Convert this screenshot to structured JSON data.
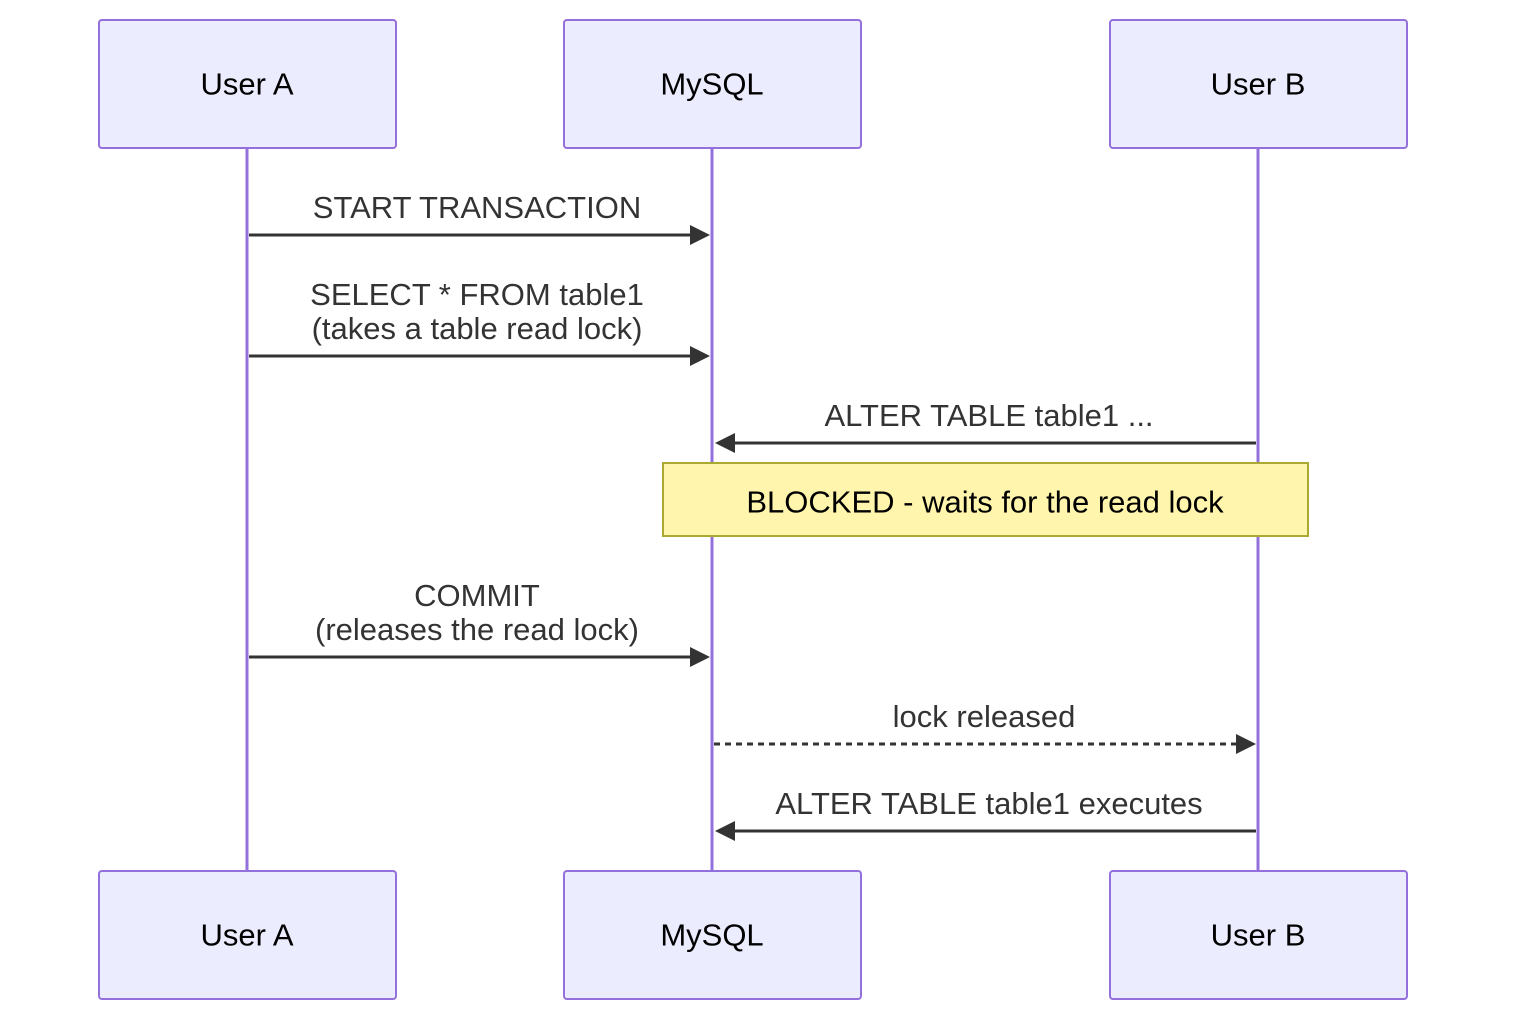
{
  "participants": [
    {
      "id": "userA",
      "label": "User A"
    },
    {
      "id": "mysql",
      "label": "MySQL"
    },
    {
      "id": "userB",
      "label": "User B"
    }
  ],
  "messages": [
    {
      "from": "userA",
      "to": "mysql",
      "style": "solid",
      "lines": [
        "START TRANSACTION"
      ]
    },
    {
      "from": "userA",
      "to": "mysql",
      "style": "solid",
      "lines": [
        "SELECT * FROM table1",
        "(takes a table read lock)"
      ]
    },
    {
      "from": "userB",
      "to": "mysql",
      "style": "solid",
      "lines": [
        "ALTER TABLE table1 ..."
      ]
    },
    {
      "from": "userA",
      "to": "mysql",
      "style": "solid",
      "lines": [
        "COMMIT",
        "(releases the read lock)"
      ]
    },
    {
      "from": "mysql",
      "to": "userB",
      "style": "dotted",
      "lines": [
        "lock released"
      ]
    },
    {
      "from": "userB",
      "to": "mysql",
      "style": "solid",
      "lines": [
        "ALTER TABLE table1 executes"
      ]
    }
  ],
  "note": {
    "over": [
      "mysql",
      "userB"
    ],
    "text": "BLOCKED - waits for the read lock"
  },
  "colors": {
    "actor_fill": "#ECECFF",
    "actor_stroke": "#9370DB",
    "lifeline": "#9370DB",
    "message": "#333333",
    "note_fill": "#FFF5AD",
    "note_stroke": "#AAAA33"
  }
}
